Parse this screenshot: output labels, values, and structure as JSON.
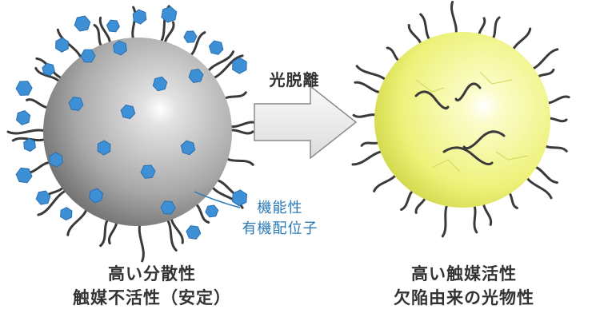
{
  "left_caption": {
    "line1": "高い分散性",
    "line2": "触媒不活性（安定）"
  },
  "right_caption": {
    "line1": "高い触媒活性",
    "line2": "欠陥由来の光物性"
  },
  "arrow_label": "光脱離",
  "ligand_label": {
    "line1": "機能性",
    "line2": "有機配位子"
  },
  "colors": {
    "ligand": "#3d8fd6",
    "chain": "#3a3a3a",
    "left_sphere": "#9a9a9a",
    "right_sphere": "#eef27a",
    "label_blue": "#2a7ab8"
  }
}
